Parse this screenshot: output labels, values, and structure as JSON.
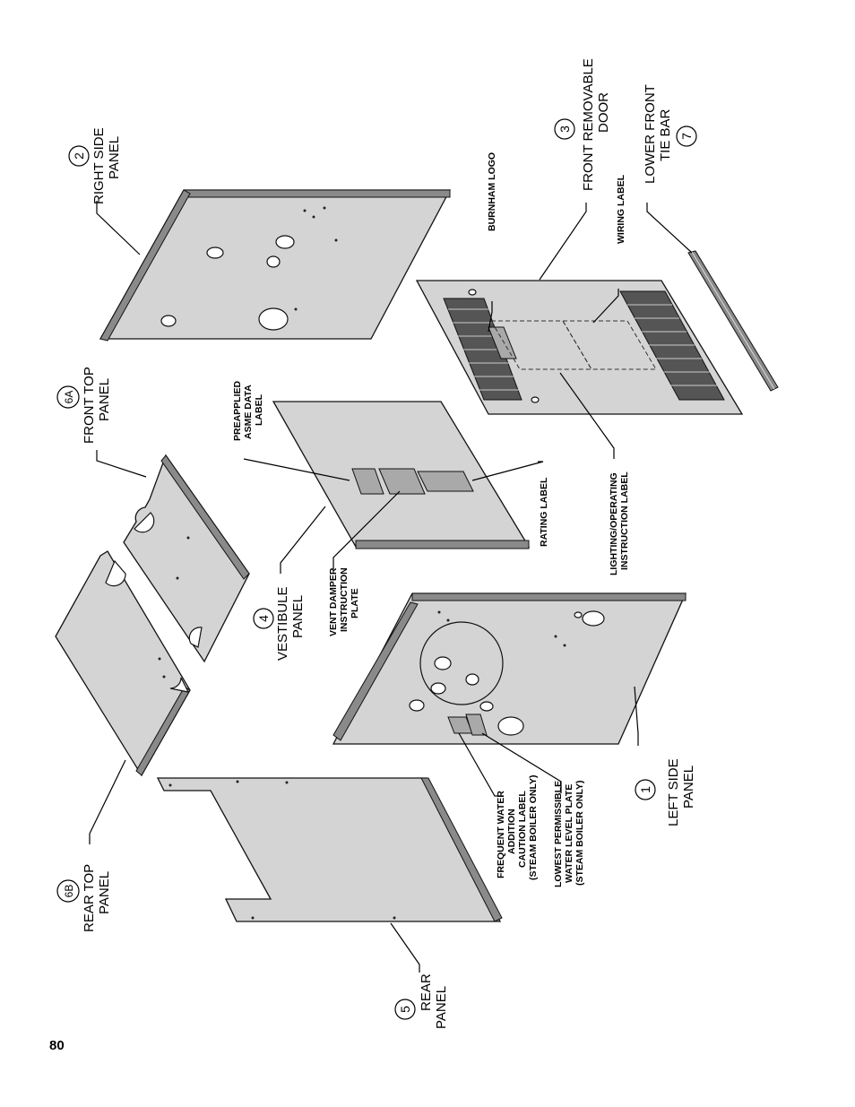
{
  "page_number": "80",
  "parts": {
    "right_side": {
      "num": "2",
      "line1": "RIGHT SIDE",
      "line2": "PANEL"
    },
    "front_door": {
      "num": "3",
      "line1": "FRONT REMOVABLE",
      "line2": "DOOR"
    },
    "tie_bar": {
      "num": "7",
      "line1": "LOWER FRONT",
      "line2": "TIE BAR"
    },
    "front_top": {
      "num": "6A",
      "line1": "FRONT TOP",
      "line2": "PANEL"
    },
    "vestibule": {
      "num": "4",
      "line1": "VESTIBULE",
      "line2": "PANEL"
    },
    "left_side": {
      "num": "1",
      "line1": "LEFT SIDE",
      "line2": "PANEL"
    },
    "rear_top": {
      "num": "6B",
      "line1": "REAR TOP",
      "line2": "PANEL"
    },
    "rear": {
      "num": "5",
      "line1": "REAR",
      "line2": "PANEL"
    }
  },
  "callouts": {
    "burnham_logo": "BURNHAM LOGO",
    "wiring_label": "WIRING LABEL",
    "lighting": {
      "line1": "LIGHTING/OPERATING",
      "line2": "INSTRUCTION LABEL"
    },
    "asme": {
      "line1": "PREAPPLIED",
      "line2": "ASME DATA",
      "line3": "LABEL"
    },
    "rating_label": "RATING LABEL",
    "vent_damper": {
      "line1": "VENT DAMPER",
      "line2": "INSTRUCTION",
      "line3": "PLATE"
    },
    "water_addition": {
      "line1": "FREQUENT WATER",
      "line2": "ADDITION",
      "line3": "CAUTION LABEL",
      "line4": "(STEAM BOILER ONLY)"
    },
    "water_level": {
      "line1": "LOWEST PERMISSIBLE",
      "line2": "WATER LEVEL PLATE",
      "line3": "(STEAM BOILER ONLY)"
    }
  }
}
